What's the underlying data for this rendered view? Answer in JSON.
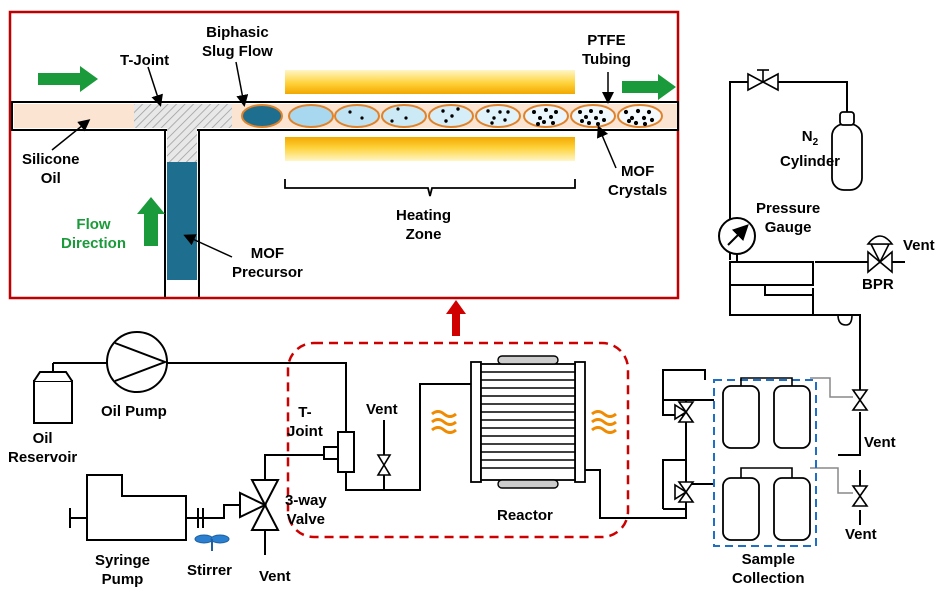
{
  "labels": {
    "silicone_oil": [
      "Silicone",
      "Oil"
    ],
    "t_joint_top": "T-Joint",
    "biphasic": [
      "Biphasic",
      "Slug Flow"
    ],
    "ptfe": [
      "PTFE",
      "Tubing"
    ],
    "mof_crystals": [
      "MOF",
      "Crystals"
    ],
    "heating_zone": [
      "Heating",
      "Zone"
    ],
    "flow_direction": [
      "Flow",
      "Direction"
    ],
    "mof_precursor": [
      "MOF",
      "Precursor"
    ],
    "n2_cylinder_sym": "N",
    "n2_cylinder_sub": "2",
    "n2_cylinder_word": "Cylinder",
    "pressure_gauge": [
      "Pressure",
      "Gauge"
    ],
    "vent_bpr": "Vent",
    "bpr": "BPR",
    "oil_pump": "Oil Pump",
    "oil_reservoir": [
      "Oil",
      "Reservoir"
    ],
    "t_joint_bottom": [
      "T-",
      "Joint"
    ],
    "vent_middle": "Vent",
    "three_way_valve": [
      "3-way",
      "Valve"
    ],
    "reactor": "Reactor",
    "syringe_pump": [
      "Syringe",
      "Pump"
    ],
    "stirrer": "Stirrer",
    "vent_bottom": "Vent",
    "vent_right_1": "Vent",
    "vent_right_2": "Vent",
    "sample_collection": [
      "Sample",
      "Collection"
    ]
  },
  "colors": {
    "inset_border": "#c00000",
    "flow_arrow": "#1a9a3a",
    "precursor": "#1e6f8f",
    "slug_fill": "#a8d8ef",
    "slug_border": "#e0822a",
    "heater": "#f2b300",
    "collection_box": "#1f6fc4",
    "heat_wave": "#f08a00"
  }
}
